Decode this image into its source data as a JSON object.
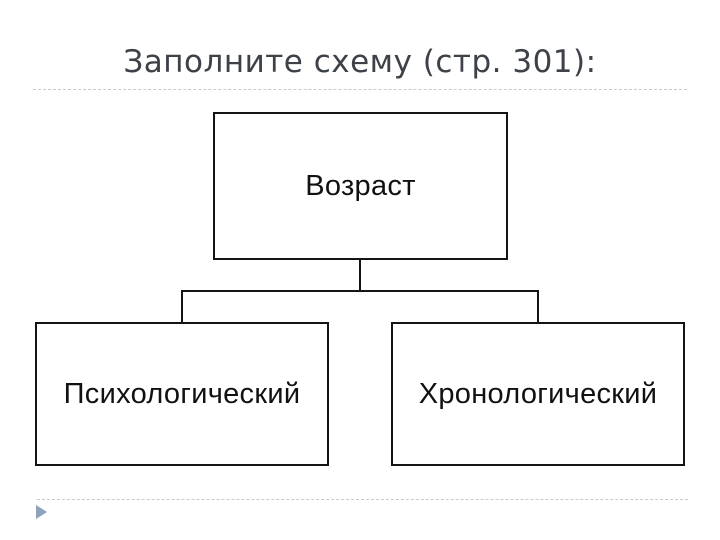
{
  "slide": {
    "title": "Заполните схему (стр. 301):"
  },
  "diagram": {
    "root": {
      "label": "Возраст"
    },
    "children": [
      {
        "label": "Психологический"
      },
      {
        "label": "Хронологический"
      }
    ]
  },
  "icons": {
    "bullet": "triangle-right-icon"
  },
  "colors": {
    "title_text": "#3d4148",
    "box_border": "#141414",
    "box_text": "#111111",
    "dashed_rule": "#c6cccd",
    "bullet_accent": "#8da3bc",
    "background": "#ffffff"
  }
}
